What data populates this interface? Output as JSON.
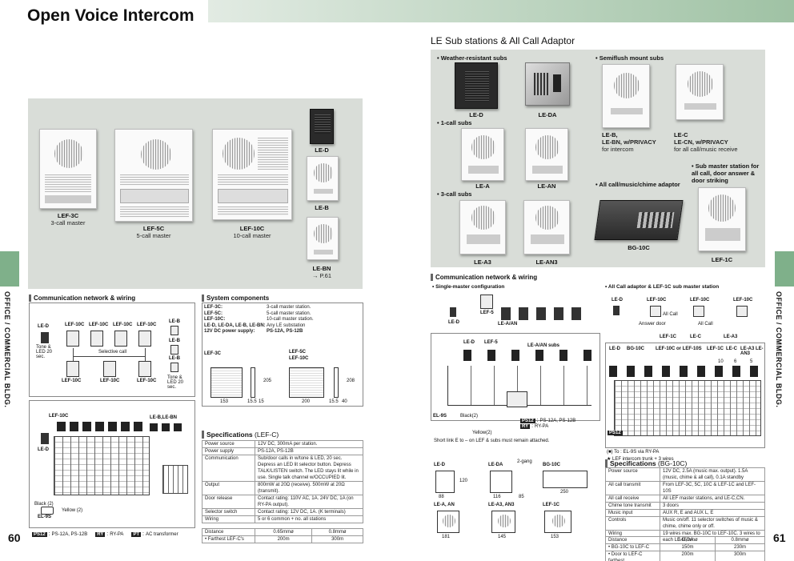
{
  "title": "Open Voice Intercom",
  "right_title": "LE Sub stations & All Call Adaptor",
  "left_products": [
    {
      "model": "LEF-3C",
      "desc": "3-call master"
    },
    {
      "model": "LEF-5C",
      "desc": "5-call master"
    },
    {
      "model": "LEF-10C",
      "desc": "10-call master"
    },
    {
      "model": "LE-D",
      "desc": ""
    },
    {
      "model": "LE-B",
      "desc": ""
    },
    {
      "model": "LE-BN",
      "desc": "→ P.61"
    }
  ],
  "right_products": {
    "weather_head": "• Weather-resistant subs",
    "semiflush_head": "• Semiflush mount subs",
    "onecall_head": "• 1-call subs",
    "threecall_head": "• 3-call subs",
    "allcall_head": "• All call/music/chime adaptor",
    "submaster_head": "• Sub master station for all call, door answer & door striking",
    "le_d": "LE-D",
    "le_da": "LE-DA",
    "le_a": "LE-A",
    "le_an": "LE-AN",
    "le_a3": "LE-A3",
    "le_an3": "LE-AN3",
    "le_b": "LE-B,",
    "le_bn": "LE-BN, w/PRIVACY",
    "le_b_desc": "for intercom",
    "le_c": "LE-C",
    "le_cn": "LE-CN, w/PRIVACY",
    "le_c_desc": "for all call/music receive",
    "bg10c": "BG-10C",
    "lef1c": "LEF-1C"
  },
  "left_network": {
    "head": "Communication network & wiring",
    "labels": [
      "LE-D",
      "LEF-10C",
      "LEF-10C",
      "LEF-10C",
      "LEF-10C",
      "LE-B",
      "Tone & LED 20 sec.",
      "Selective call",
      "LEF-10C",
      "LEF-10C",
      "LEF-10C",
      "LE-B",
      "LE-B",
      "Tone & LED 20 sec."
    ]
  },
  "system_components": {
    "head": "System components",
    "rows": [
      [
        "LEF-3C:",
        "3-call master station."
      ],
      [
        "LEF-5C:",
        "5-call master station."
      ],
      [
        "LEF-10C:",
        "10-call master station."
      ],
      [
        "LE-D, LE-DA, LE-B, LE-BN:",
        "Any LE substation"
      ],
      [
        "12V DC power supply:",
        "PS-12A, PS-12B"
      ]
    ],
    "dim_labels": [
      "LEF-3C",
      "LEF-5C",
      "LEF-10C"
    ],
    "dims": [
      "153",
      "15.5",
      "15",
      "200",
      "15.5",
      "40",
      "208",
      "205"
    ]
  },
  "specs_left": {
    "head": "Specifications",
    "head_suffix": "(LEF-C)",
    "rows": [
      [
        "Power source",
        "12V DC, 300mA per station."
      ],
      [
        "Power supply",
        "PS-12A, PS-12B"
      ],
      [
        "Communication",
        "Sub/door calls in w/tone & LED, 20 sec. Depress an LED lit selector button. Depress TALK/LISTEN switch. The LED stays lit while in use.  Single talk channel w/OCCUPIED lit."
      ],
      [
        "Output",
        "800mW at 20Ω (receive). 500mW at 20Ω (transmit)."
      ],
      [
        "Door release",
        "Contact rating: 110V AC, 1A. 24V DC, 1A (on RY-PA output)."
      ],
      [
        "Selector switch",
        "Contact rating: 12V DC, 1A. (K terminals)"
      ],
      [
        "Wiring",
        "5 or 6 common + no. all stations"
      ]
    ],
    "distance_head": [
      "Distance",
      "0.65mmø",
      "0.8mmø"
    ],
    "distance_row": [
      "• Farthest LEF-C's",
      "200m",
      "300m"
    ]
  },
  "left_wiring": {
    "labels": [
      "LEF-10C",
      "LE-B,LE-BN",
      "LE-D",
      "Black (2)",
      "Yellow (2)",
      "EL-9S"
    ],
    "legend": [
      [
        "PS12",
        "PS-12A, PS-12B"
      ],
      [
        "RY",
        "RY-PA"
      ],
      [
        "PT",
        "AC transformer"
      ]
    ]
  },
  "right_network": {
    "head": "Communication network & wiring",
    "single_head": "• Single-master configuration",
    "allcall_head": "• All Call adaptor & LEF-1C sub master station",
    "single_labels": [
      "LEF-5",
      "LE-D",
      "LE-A/AN"
    ],
    "allcall_labels": [
      "LE-D",
      "LEF-10C",
      "LEF-10C",
      "LEF-10C",
      "All Call",
      "Answer door",
      "All Call",
      "LEF-1C",
      "LE-C",
      "LE-A3"
    ],
    "wiring_labels": [
      "LE-D",
      "LEF-5",
      "LE-A/AN  subs",
      "EL-9S",
      "Black(2)",
      "Yellow(2)"
    ],
    "wiring_legend": [
      [
        "PS12",
        "PS-12A, PS-12B"
      ],
      [
        "RY",
        "RY-PA"
      ]
    ],
    "note": "Short link E to – on LEF & subs must remain attached.",
    "bg_labels": [
      "LE-D",
      "BG-10C",
      "LEF-10C or LEF-10S",
      "LEF-1C",
      "LE-C",
      "LE-A3 LE-AN3",
      "10",
      "6",
      "5"
    ],
    "bg_legend": [
      "(■) To : EL-9S via RY-PA",
      "★ LEF intercom trunk + 3 wires"
    ]
  },
  "right_dims": {
    "labels": [
      "LE-D",
      "LE-DA",
      "2-gang",
      "BG-10C",
      "LE-A, AN",
      "LE-A3, AN3",
      "LEF-1C"
    ],
    "values": [
      "88",
      "120",
      "116",
      "85",
      "250",
      "181",
      "145",
      "153"
    ]
  },
  "specs_right": {
    "head": "Specifications",
    "head_suffix": "(BG-10C)",
    "rows": [
      [
        "Power source",
        "12V DC, 2.5A (music max. output). 1.5A (music, chime & all call), 0.1A standby"
      ],
      [
        "All call transmit",
        "From LEF-3C, 5C, 10C & LEF-1C and LEF-10S"
      ],
      [
        "All call receive",
        "All LEF master stations, and LE-C,CN."
      ],
      [
        "Chime tone transmit",
        "3 doors"
      ],
      [
        "Music input",
        "AUX R, E and AUX L, E"
      ],
      [
        "Controls",
        "Music on/off.  11 selector switches of music & chime, chime only or off."
      ],
      [
        "Wiring",
        "19 wires max. BG-10C to LEF-10C. 3 wires to each LE-D,DA."
      ]
    ],
    "distance_head": [
      "Distance",
      "0.65mmø",
      "0.8mmø"
    ],
    "distance_rows": [
      [
        "• BG-10C to LEF-C",
        "150m",
        "230m"
      ],
      [
        "• Door to LEF-C farthest",
        "200m",
        "300m"
      ]
    ]
  },
  "side": {
    "text": "OFFICE / COMMERCIAL BLDG.",
    "page_left": "60",
    "page_right": "61"
  }
}
